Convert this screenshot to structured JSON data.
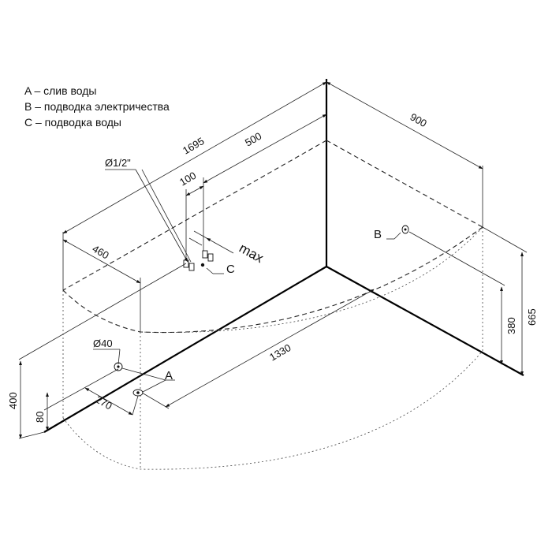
{
  "legend": {
    "item_a": "A – слив воды",
    "item_b": "B – подводка электричества",
    "item_c": "C – подводка воды"
  },
  "dimensions": {
    "d1695": "1695",
    "d500": "500",
    "d900": "900",
    "d100": "100",
    "d460": "460",
    "d1330": "1330",
    "d380": "380",
    "d665": "665",
    "d400": "400",
    "d80": "80",
    "d270": "270",
    "dia_half_inch": "Ø1/2\"",
    "dia40": "Ø40",
    "max": "max"
  },
  "callouts": {
    "a": "A",
    "b": "B",
    "c": "C"
  }
}
